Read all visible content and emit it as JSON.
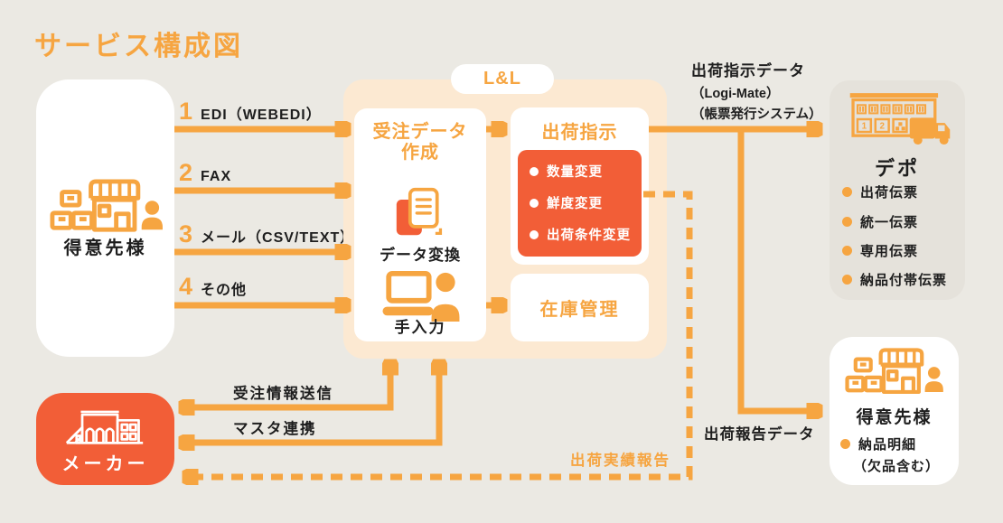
{
  "title": "サービス構成図",
  "colors": {
    "background": "#EBE9E3",
    "accent_orange": "#F6A541",
    "deep_orange": "#F25E37",
    "panel_peach": "#FCE9D2",
    "depot_gray": "#E5E2DB",
    "text_dark": "#1E1E1E"
  },
  "customer_left": {
    "label": "得意先様"
  },
  "channels": [
    {
      "num": "1",
      "label": "EDI（WEBEDI）"
    },
    {
      "num": "2",
      "label": "FAX"
    },
    {
      "num": "3",
      "label": "メール（CSV/TEXT）"
    },
    {
      "num": "4",
      "label": "その他"
    }
  ],
  "platform": {
    "badge": "L&L",
    "order_box": {
      "title_line1": "受注データ",
      "title_line2": "作成",
      "convert_label": "データ変換",
      "manual_label": "手入力"
    },
    "shipping_box": {
      "title": "出荷指示",
      "changes": [
        "数量変更",
        "鮮度変更",
        "出荷条件変更"
      ]
    },
    "inventory_box": {
      "title": "在庫管理"
    }
  },
  "shipping_data_label": {
    "line1": "出荷指示データ",
    "line2": "（Logi-Mate）",
    "line3": "（帳票発行システム）"
  },
  "depot": {
    "title": "デポ",
    "items": [
      "出荷伝票",
      "統一伝票",
      "専用伝票",
      "納品付帯伝票"
    ]
  },
  "customer_right": {
    "label": "得意先様",
    "items": [
      "納品明細",
      "（欠品含む）"
    ]
  },
  "maker": {
    "label": "メーカー"
  },
  "flows": {
    "order_info": "受注情報送信",
    "master_link": "マスタ連携",
    "shipping_report_data": "出荷報告データ",
    "shipping_result_report": "出荷実績報告"
  }
}
